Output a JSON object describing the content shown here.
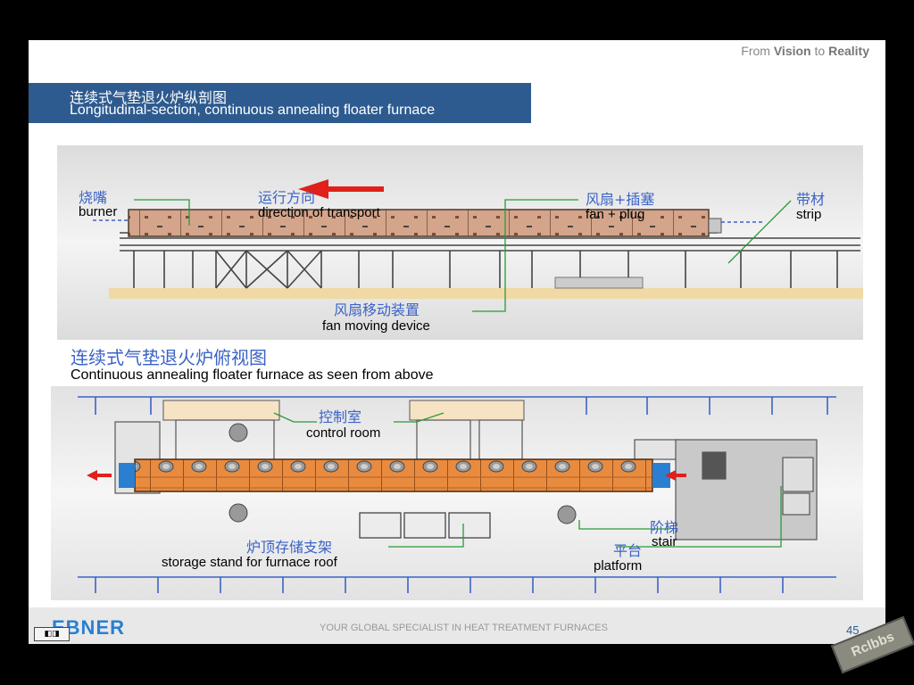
{
  "slide": {
    "tagline_prefix": "From ",
    "tagline_vision": "Vision",
    "tagline_mid": " to ",
    "tagline_reality": "Reality",
    "title_zh": "连续式气垫退火炉纵剖图",
    "title_en": "Longitudinal-section, continuous annealing floater furnace"
  },
  "top_diagram": {
    "burner_zh": "烧嘴",
    "burner_en": "burner",
    "transport_zh": "运行方向",
    "transport_en": "direction of transport",
    "fan_zh": "风扇+插塞",
    "fan_en": "fan + plug",
    "strip_zh": "带材",
    "strip_en": "strip",
    "fan_move_zh": "风扇移动装置",
    "fan_move_en": "fan moving device"
  },
  "bottom_section": {
    "heading_zh": "连续式气垫退火炉俯视图",
    "heading_en": "Continuous annealing floater furnace as seen from above"
  },
  "bottom_diagram": {
    "control_zh": "控制室",
    "control_en": "control room",
    "stair_zh": "阶梯",
    "stair_en": "stair",
    "platform_zh": "平台",
    "platform_en": "platform",
    "storage_zh": "炉顶存储支架",
    "storage_en": "storage stand for furnace roof"
  },
  "footer": {
    "logo": "EBNER",
    "tagline": "YOUR GLOBAL SPECIALIST IN HEAT TREATMENT FURNACES",
    "page": "45"
  },
  "watermark": "Rclbbs",
  "colors": {
    "title_bar": "#2e5b8f",
    "label_zh": "#3b63c6",
    "furnace_top": "#d4a58a",
    "furnace_plan": "#e98b3f",
    "floor": "#f1d9a5",
    "leader": "#2a9a3a",
    "arrow": "#e0201a"
  }
}
